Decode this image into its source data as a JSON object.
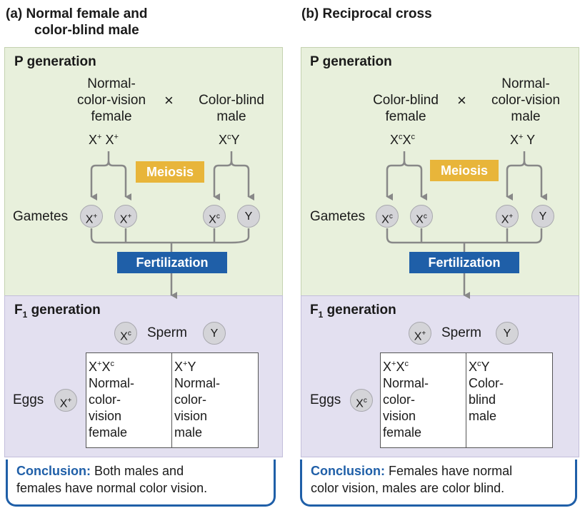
{
  "panel_a": {
    "title_line1": "(a) Normal female and",
    "title_line2": "color-blind male",
    "p_title": "P generation",
    "left_parent": [
      "Normal-",
      "color-vision",
      "female"
    ],
    "right_parent": [
      "Color-blind",
      "male"
    ],
    "left_genotype": "X+ X+",
    "right_genotype": "XcY",
    "meiosis": "Meiosis",
    "gametes_label": "Gametes",
    "gametes": [
      "X+",
      "X+",
      "Xc",
      "Y"
    ],
    "fertilization": "Fertilization",
    "f1_title": "F",
    "f1_sub": "1",
    "f1_word": "generation",
    "sperm_label": "Sperm",
    "sperm": [
      "Xc",
      "Y"
    ],
    "eggs_label": "Eggs",
    "egg": "X+",
    "cells": [
      {
        "genotype": "X+Xc",
        "lines": [
          "Normal-",
          "color-",
          "vision",
          "female"
        ]
      },
      {
        "genotype": "X+Y",
        "lines": [
          "Normal-",
          "color-",
          "vision",
          "male"
        ]
      }
    ],
    "conclusion_key": "Conclusion:",
    "conclusion_text1": " Both males and",
    "conclusion_text2": "females have normal color vision."
  },
  "panel_b": {
    "title_line1": "(b) Reciprocal cross",
    "p_title": "P generation",
    "left_parent": [
      "Color-blind",
      "female"
    ],
    "right_parent": [
      "Normal-",
      "color-vision",
      "male"
    ],
    "left_genotype": "XcXc",
    "right_genotype": "X+ Y",
    "meiosis": "Meiosis",
    "gametes_label": "Gametes",
    "gametes": [
      "Xc",
      "Xc",
      "X+",
      "Y"
    ],
    "fertilization": "Fertilization",
    "f1_title": "F",
    "f1_sub": "1",
    "f1_word": "generation",
    "sperm_label": "Sperm",
    "sperm": [
      "X+",
      "Y"
    ],
    "eggs_label": "Eggs",
    "egg": "Xc",
    "cells": [
      {
        "genotype": "X+Xc",
        "lines": [
          "Normal-",
          "color-",
          "vision",
          "female"
        ]
      },
      {
        "genotype": "XcY",
        "lines": [
          "Color-",
          "blind",
          "male"
        ]
      }
    ],
    "conclusion_key": "Conclusion:",
    "conclusion_text1": " Females have normal",
    "conclusion_text2": "color vision, males are color blind."
  },
  "times_symbol": "×",
  "colors": {
    "p_bg": "#e8f0dc",
    "f1_bg": "#e3e0f0",
    "meiosis_badge": "#e8b53a",
    "fertilization_badge": "#1f5fa8",
    "arrow": "#888888"
  }
}
